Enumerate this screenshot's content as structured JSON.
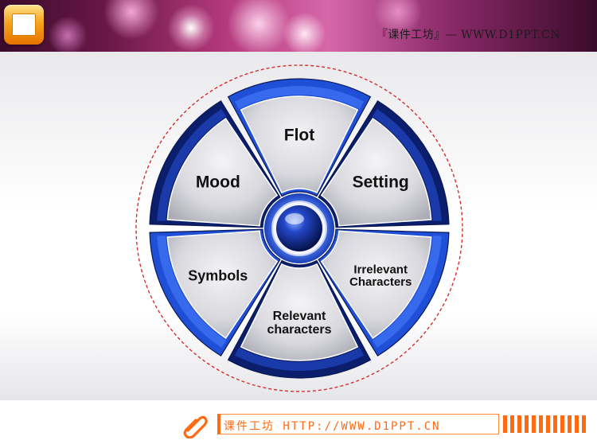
{
  "header": {
    "title": "『课件工坊』— WWW.D1PPT.CN",
    "app_icon": "presentation-icon"
  },
  "diagram": {
    "segments": [
      {
        "lines": [
          "Flot"
        ]
      },
      {
        "lines": [
          "Setting"
        ]
      },
      {
        "lines": [
          "Irrelevant",
          "Characters"
        ]
      },
      {
        "lines": [
          "Relevant",
          "characters"
        ]
      },
      {
        "lines": [
          "Symbols"
        ]
      },
      {
        "lines": [
          "Mood"
        ]
      }
    ],
    "colors": {
      "ring_dark": "#0b1e6b",
      "ring_blue": "#1f4fd6",
      "segment_fill": "#d6d6dc",
      "dashed_circle": "#d32f2f",
      "hub": "#1a3fb8"
    }
  },
  "footer": {
    "title": "课件工坊 HTTP://WWW.D1PPT.CN",
    "icon": "paperclip-icon",
    "accent": "#ff6a13"
  }
}
